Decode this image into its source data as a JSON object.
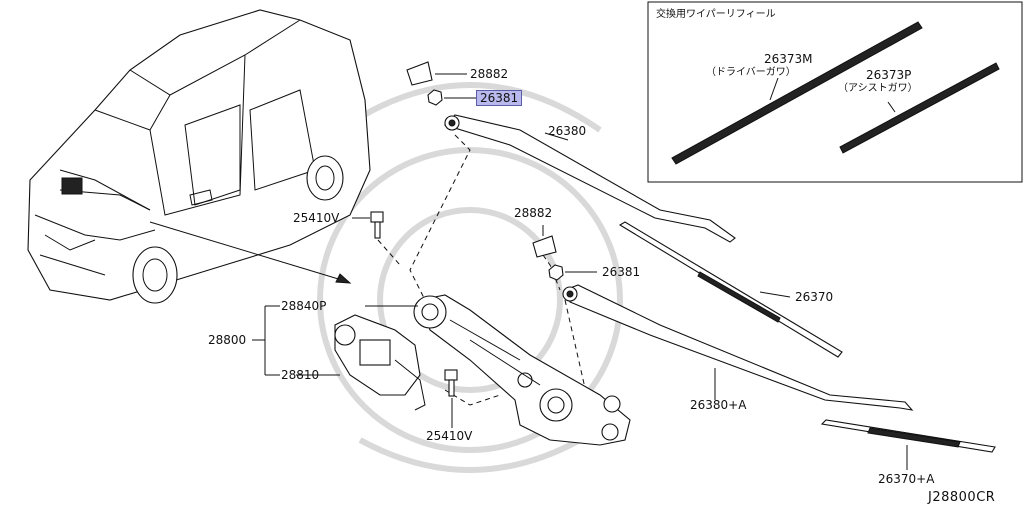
{
  "inset": {
    "title": "交換用ワイパーリフィール",
    "driver_code": "26373M",
    "driver_sub": "（ドライバーガワ）",
    "assist_code": "26373P",
    "assist_sub": "（アシストガワ）"
  },
  "labels": {
    "cap_upper": "28882",
    "nut_upper": "26381",
    "arm_driver": "26380",
    "bolt_upper": "25410V",
    "cap_lower": "28882",
    "nut_lower": "26381",
    "blade_driver": "26370",
    "linkage_pivot": "28840P",
    "assembly": "28800",
    "motor": "28810",
    "arm_assist": "26380+A",
    "bolt_lower": "25410V",
    "blade_assist": "26370+A"
  },
  "diagram_code": "J28800CR",
  "colors": {
    "highlight": "#b9b9ee",
    "line": "#111111"
  }
}
